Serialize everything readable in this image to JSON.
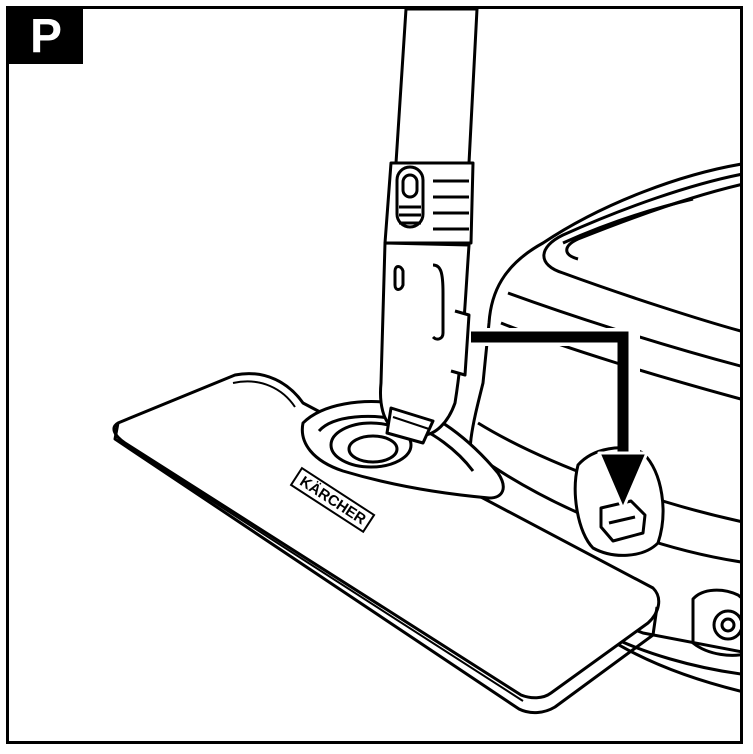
{
  "step_label": "P",
  "brand_text": "KÄRCHER",
  "icons": {
    "arrow": "down-arrow-icon",
    "device": "steam-cleaner-illustration",
    "nozzle": "floor-nozzle-illustration"
  },
  "colors": {
    "ink": "#000000",
    "paper": "#ffffff",
    "shade": "#f2f2f2"
  }
}
